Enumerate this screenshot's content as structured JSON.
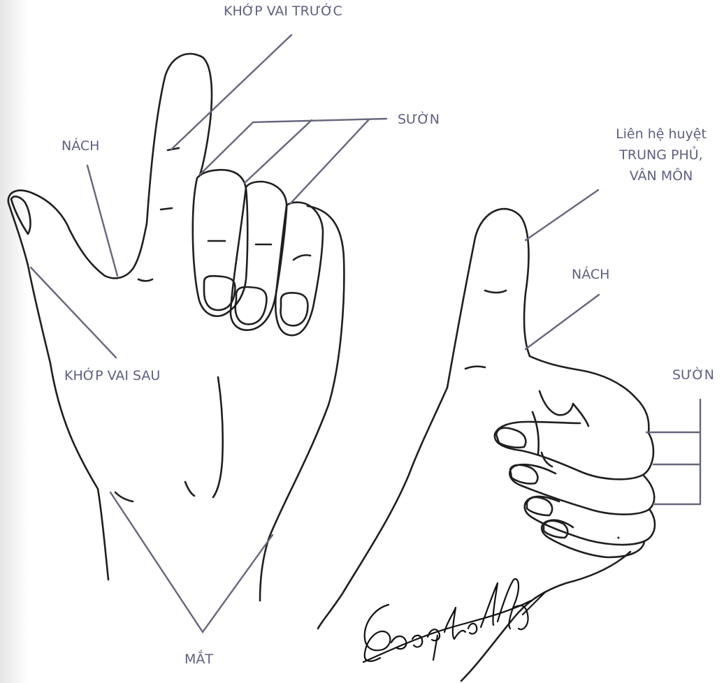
{
  "labels": {
    "khop_vai_truoc": "KHỚP VAI TRƯỚC",
    "suon_left": "SƯỜN",
    "nach_left": "NÁCH",
    "khop_vai_sau": "KHỚP VAI SAU",
    "mat": "MẮT",
    "lien_he": [
      "Liên hệ huyệt",
      "TRUNG PHỦ,",
      "VÂN MÔN"
    ],
    "nach_right": "NÁCH",
    "suon_right": "SƯỜN"
  },
  "signature": "Locphucly",
  "colors": {
    "label": "#5e5f82",
    "leader": "#65667d",
    "outline": "#1f1f1f",
    "paper": "#ffffff"
  }
}
